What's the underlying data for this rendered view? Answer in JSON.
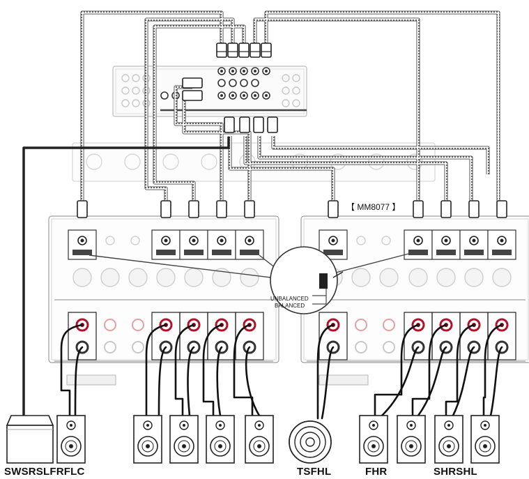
{
  "model_label": "【 MM8077 】",
  "switch_labels": {
    "unbalanced": "UNBALANCED",
    "balanced": "BALANCED"
  },
  "speaker_labels": {
    "left_group": "SWSRSLFRFLC",
    "ts": "TSFHL",
    "fhr": "FHR",
    "right_group": "SHRSHL"
  }
}
